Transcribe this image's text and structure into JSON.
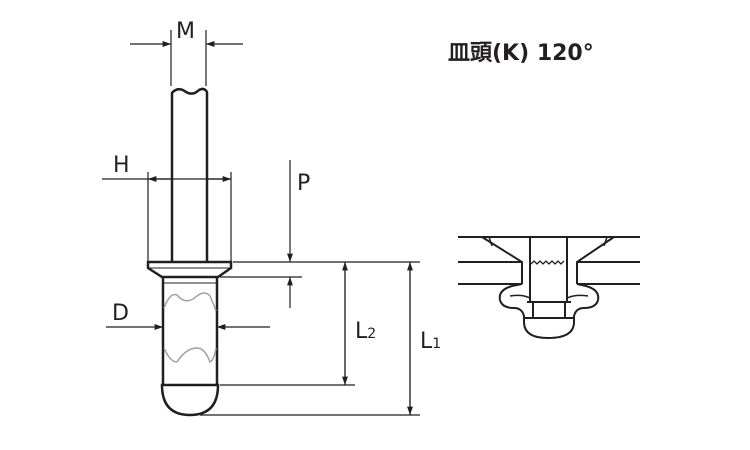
{
  "title": "皿頭(K) 120°",
  "labels": {
    "M": "M",
    "H": "H",
    "P": "P",
    "D": "D",
    "L2": "L",
    "L2_sub": "2",
    "L1": "L",
    "L1_sub": "1"
  },
  "colors": {
    "line": "#231f20",
    "wave": "#a0a0a0"
  }
}
